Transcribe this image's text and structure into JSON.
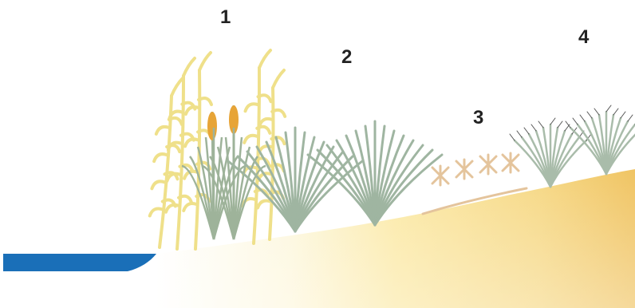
{
  "zones": [
    {
      "label": "1"
    },
    {
      "label": "2"
    },
    {
      "label": "3"
    },
    {
      "label": "4"
    }
  ],
  "colors": {
    "water": "#1a6fb8",
    "ground_light": "#fbf3c9",
    "ground_dark": "#f2c86a",
    "reed_leaf": "#efe08a",
    "cattail_leaf": "#9eb39a",
    "cattail_head": "#e7a437",
    "rush": "#9fb5a1",
    "creeping_plant": "#e4c49c",
    "dune_grass": "#a9bcaa"
  },
  "icons": [
    "reed-plant-icon",
    "cattail-icon",
    "rush-clump-icon",
    "creeping-plant-icon",
    "dune-grass-icon"
  ]
}
